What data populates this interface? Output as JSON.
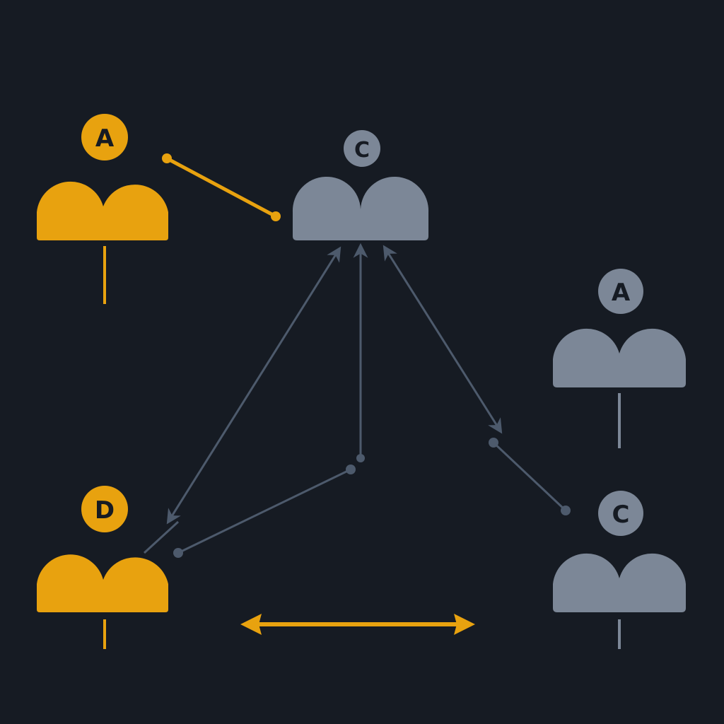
{
  "colors": {
    "background": "#161b23",
    "accent": "#e8a20f",
    "muted": "#7c8797",
    "edge": "#4d5a6c",
    "badge_text": "#161b23"
  },
  "nodes": [
    {
      "id": "n1",
      "label": "A",
      "tone": "accent"
    },
    {
      "id": "n2",
      "label": "C",
      "tone": "muted"
    },
    {
      "id": "n3",
      "label": "A",
      "tone": "muted"
    },
    {
      "id": "n4",
      "label": "D",
      "tone": "accent"
    },
    {
      "id": "n5",
      "label": "C",
      "tone": "muted"
    }
  ],
  "edges": [
    {
      "id": "e1",
      "from": "n1",
      "to": "n2",
      "style": "accent-dotted"
    },
    {
      "id": "e2",
      "from": "n2",
      "to": "n4",
      "style": "double-arrow"
    },
    {
      "id": "e3",
      "from": "n2",
      "to": "n4",
      "style": "vertical-elbow"
    },
    {
      "id": "e4",
      "from": "n2",
      "to": "n5",
      "style": "diagonal-arrow"
    },
    {
      "id": "e5",
      "from": "n4",
      "to": "n5",
      "style": "accent-double-arrow"
    }
  ]
}
